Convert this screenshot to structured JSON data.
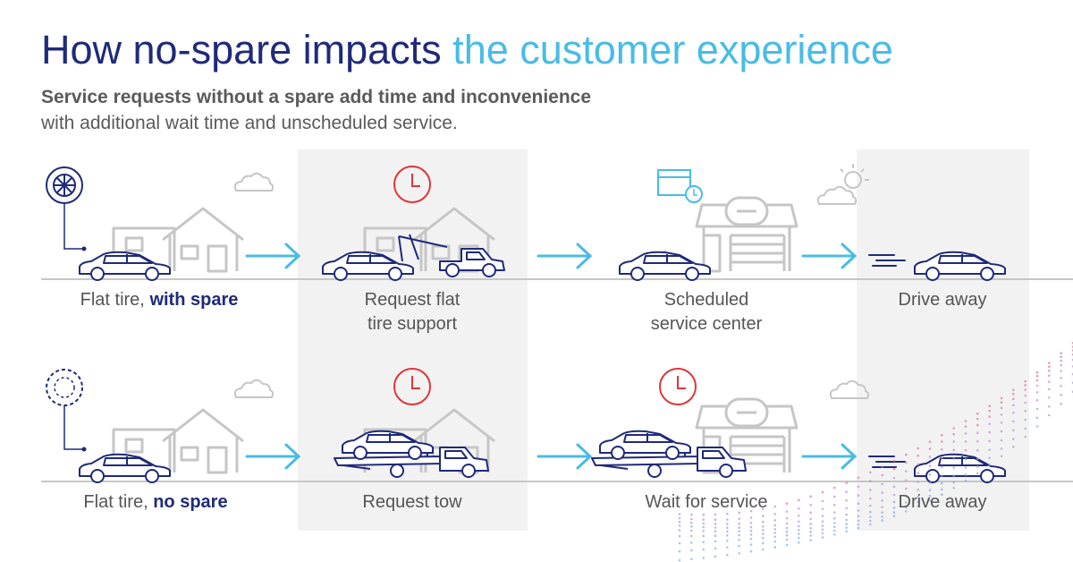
{
  "title_main": "How no-spare impacts",
  "title_accent": "the customer experience",
  "subtitle_bold": "Service requests without a spare add time and inconvenience",
  "subtitle_rest": "with additional wait time and unscheduled service.",
  "rows": [
    {
      "steps": [
        {
          "label": "Flat tire,",
          "emph": "with spare"
        },
        {
          "label": "Request flat",
          "label2": "tire support"
        },
        {
          "label": "Scheduled",
          "label2": "service center"
        },
        {
          "label": "Drive away"
        }
      ]
    },
    {
      "steps": [
        {
          "label": "Flat tire,",
          "emph": "no spare"
        },
        {
          "label": "Request tow"
        },
        {
          "label": "Wait for service"
        },
        {
          "label": "Drive away"
        }
      ]
    }
  ],
  "colors": {
    "navy": "#1f2a7a",
    "accent": "#48bce5",
    "clock": "#e0353b",
    "gray": "#c6c6c6"
  }
}
